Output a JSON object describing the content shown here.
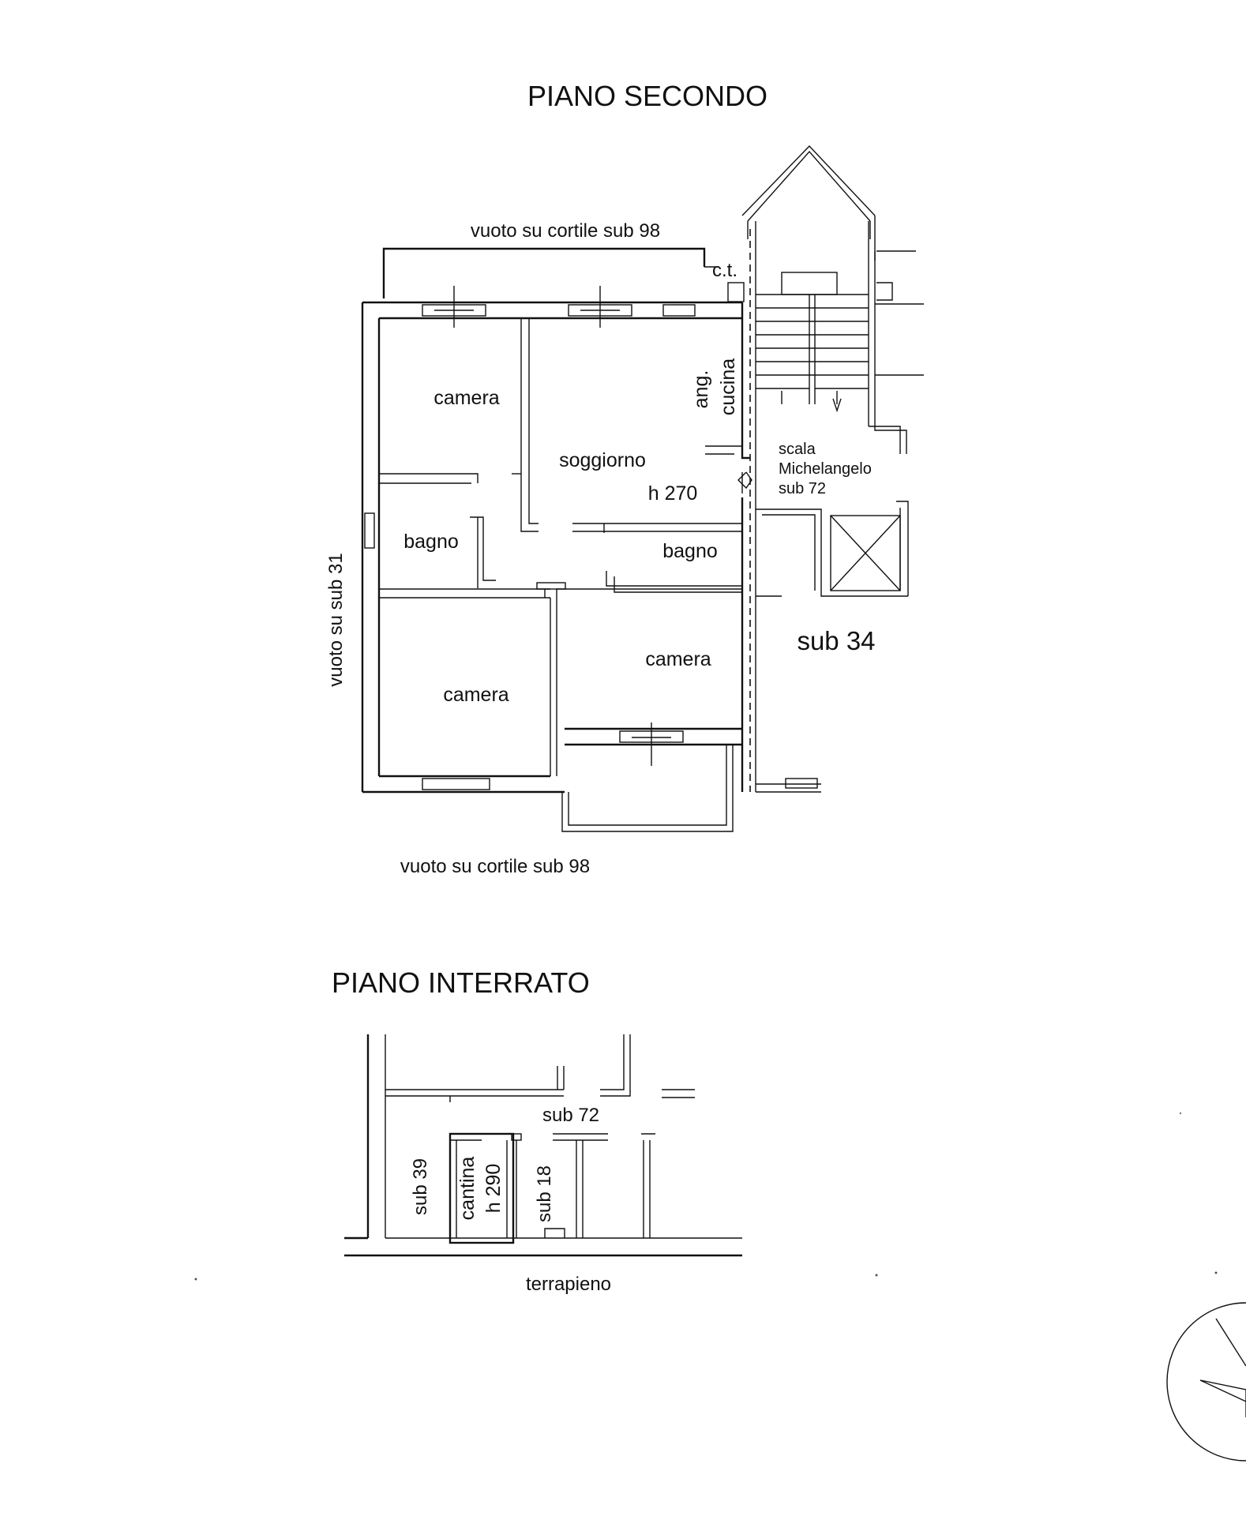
{
  "floor_second": {
    "title": "PIANO SECONDO",
    "labels": {
      "top_courtyard": "vuoto su cortile sub 98",
      "ct": "c.t.",
      "left_void": "vuoto su sub 31",
      "bottom_courtyard": "vuoto su cortile sub 98",
      "sub34": "sub 34"
    },
    "rooms": {
      "camera_top": "camera",
      "soggiorno": "soggiorno",
      "height": "h 270",
      "ang": "ang.",
      "cucina": "cucina",
      "bagno_left": "bagno",
      "bagno_right": "bagno",
      "camera_bottom_left": "camera",
      "camera_bottom_right": "camera"
    },
    "stair": {
      "line1": "scala",
      "line2": "Michelangelo",
      "line3": "sub 72"
    }
  },
  "floor_basement": {
    "title": "PIANO INTERRATO",
    "labels": {
      "sub72": "sub 72",
      "sub39": "sub 39",
      "cantina": "cantina",
      "height": "h 290",
      "sub18": "sub 18",
      "terrapieno": "terrapieno"
    }
  }
}
